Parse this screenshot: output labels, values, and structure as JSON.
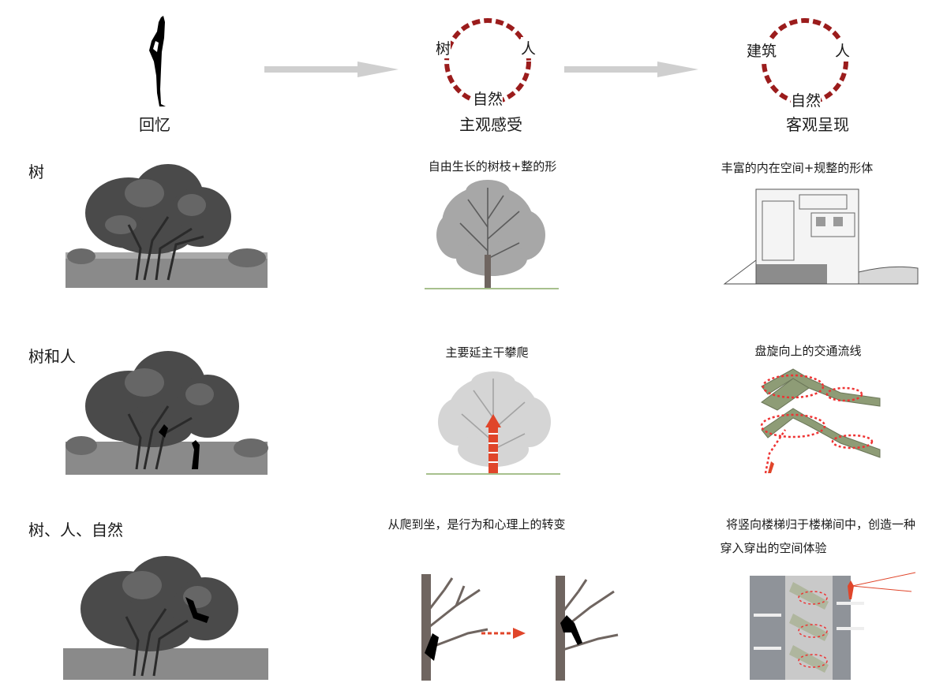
{
  "top": {
    "stage1_label": "回忆",
    "stage2_label": "主观感受",
    "stage3_label": "客观呈现",
    "circle2": {
      "left": "树",
      "right": "人",
      "bottom": "自然"
    },
    "circle3": {
      "left": "建筑",
      "right": "人",
      "bottom": "自然"
    }
  },
  "rows": [
    {
      "label": "树",
      "mid_caption": "自由生长的树枝+整的形",
      "right_caption": "丰富的内在空间+规整的形体"
    },
    {
      "label": "树和人",
      "mid_caption": "主要延主干攀爬",
      "right_caption": "盘旋向上的交通流线"
    },
    {
      "label": "树、人、自然",
      "mid_caption": "从爬到坐，是行为和心理上的转变",
      "right_caption_line1": "将竖向楼梯归于楼梯间中，创造一种",
      "right_caption_line2": "穿入穿出的空间体验"
    }
  ],
  "colors": {
    "circle": "#9b1c1c",
    "arrow": "#cfcfcf",
    "accent": "#e0452a",
    "stair": "#8e9c76"
  }
}
